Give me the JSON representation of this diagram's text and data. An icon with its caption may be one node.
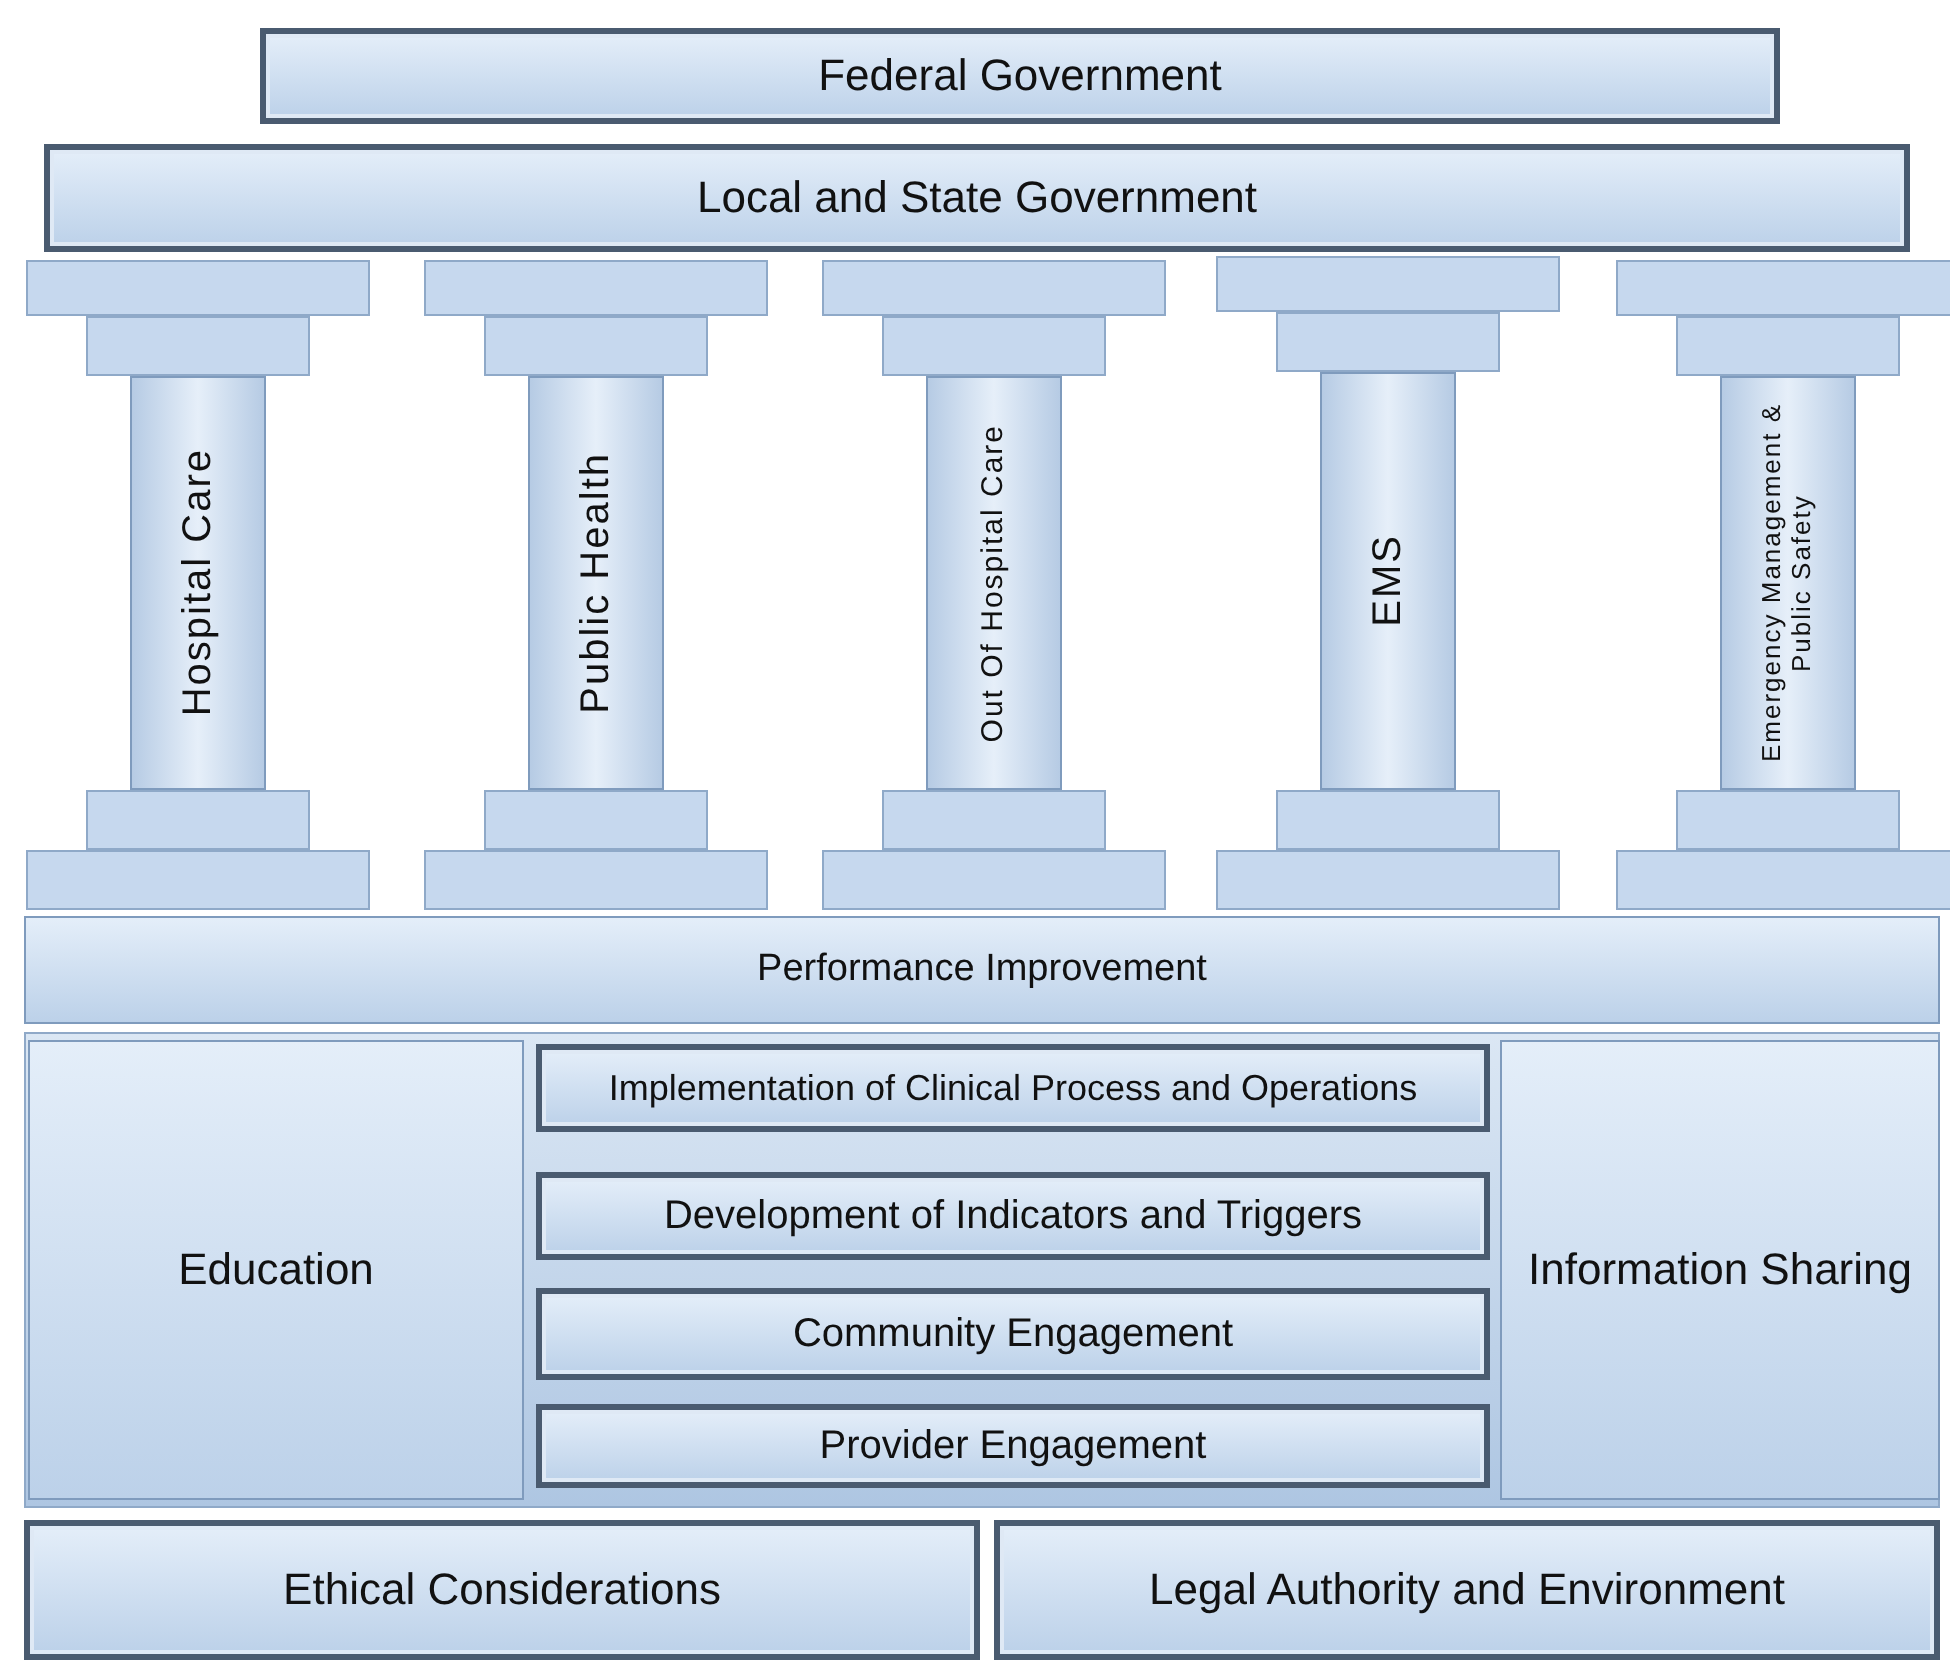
{
  "diagram": {
    "nodes": [
      {
        "text": [
          "Federal Government"
        ]
      },
      {
        "text": [
          "Local and State Government"
        ]
      },
      {
        "text": [
          "Hospital Care"
        ]
      },
      {
        "text": [
          "Public Health"
        ]
      },
      {
        "text": [
          "Out Of Hospital Care"
        ]
      },
      {
        "text": [
          "EMS"
        ]
      },
      {
        "text": [
          "Emergency Management & Public Safety"
        ]
      },
      {
        "text": [
          "Performance Improvement"
        ]
      },
      {
        "text": [
          "Education"
        ]
      },
      {
        "text": [
          "Implementation of Clinical Process and Operations"
        ]
      },
      {
        "text": [
          "Development of Indicators and Triggers"
        ]
      },
      {
        "text": [
          "Community Engagement"
        ]
      },
      {
        "text": [
          "Provider Engagement"
        ]
      },
      {
        "text": [
          "Information Sharing"
        ]
      },
      {
        "text": [
          "Ethical Considerations"
        ]
      },
      {
        "text": [
          "Legal Authority and Environment"
        ]
      }
    ]
  }
}
